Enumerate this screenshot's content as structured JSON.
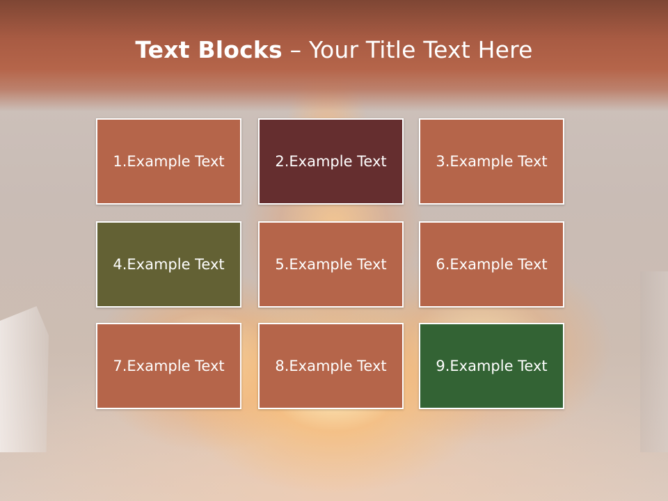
{
  "title": {
    "bold": "Text Blocks",
    "separator": " – ",
    "rest": "Your Title Text Here"
  },
  "blocks": [
    {
      "label": "1.Example Text",
      "color": "#b5654a"
    },
    {
      "label": "2.Example Text",
      "color": "#652e2f"
    },
    {
      "label": "3.Example Text",
      "color": "#b5654a"
    },
    {
      "label": "4.Example Text",
      "color": "#636134"
    },
    {
      "label": "5.Example Text",
      "color": "#b5654a"
    },
    {
      "label": "6.Example Text",
      "color": "#b5654a"
    },
    {
      "label": "7.Example Text",
      "color": "#b5654a"
    },
    {
      "label": "8.Example Text",
      "color": "#b5654a"
    },
    {
      "label": "9.Example Text",
      "color": "#336334"
    }
  ],
  "colors": {
    "title_band": "#b5654a",
    "title_text": "#ffffff",
    "block_border": "#ffffff"
  }
}
